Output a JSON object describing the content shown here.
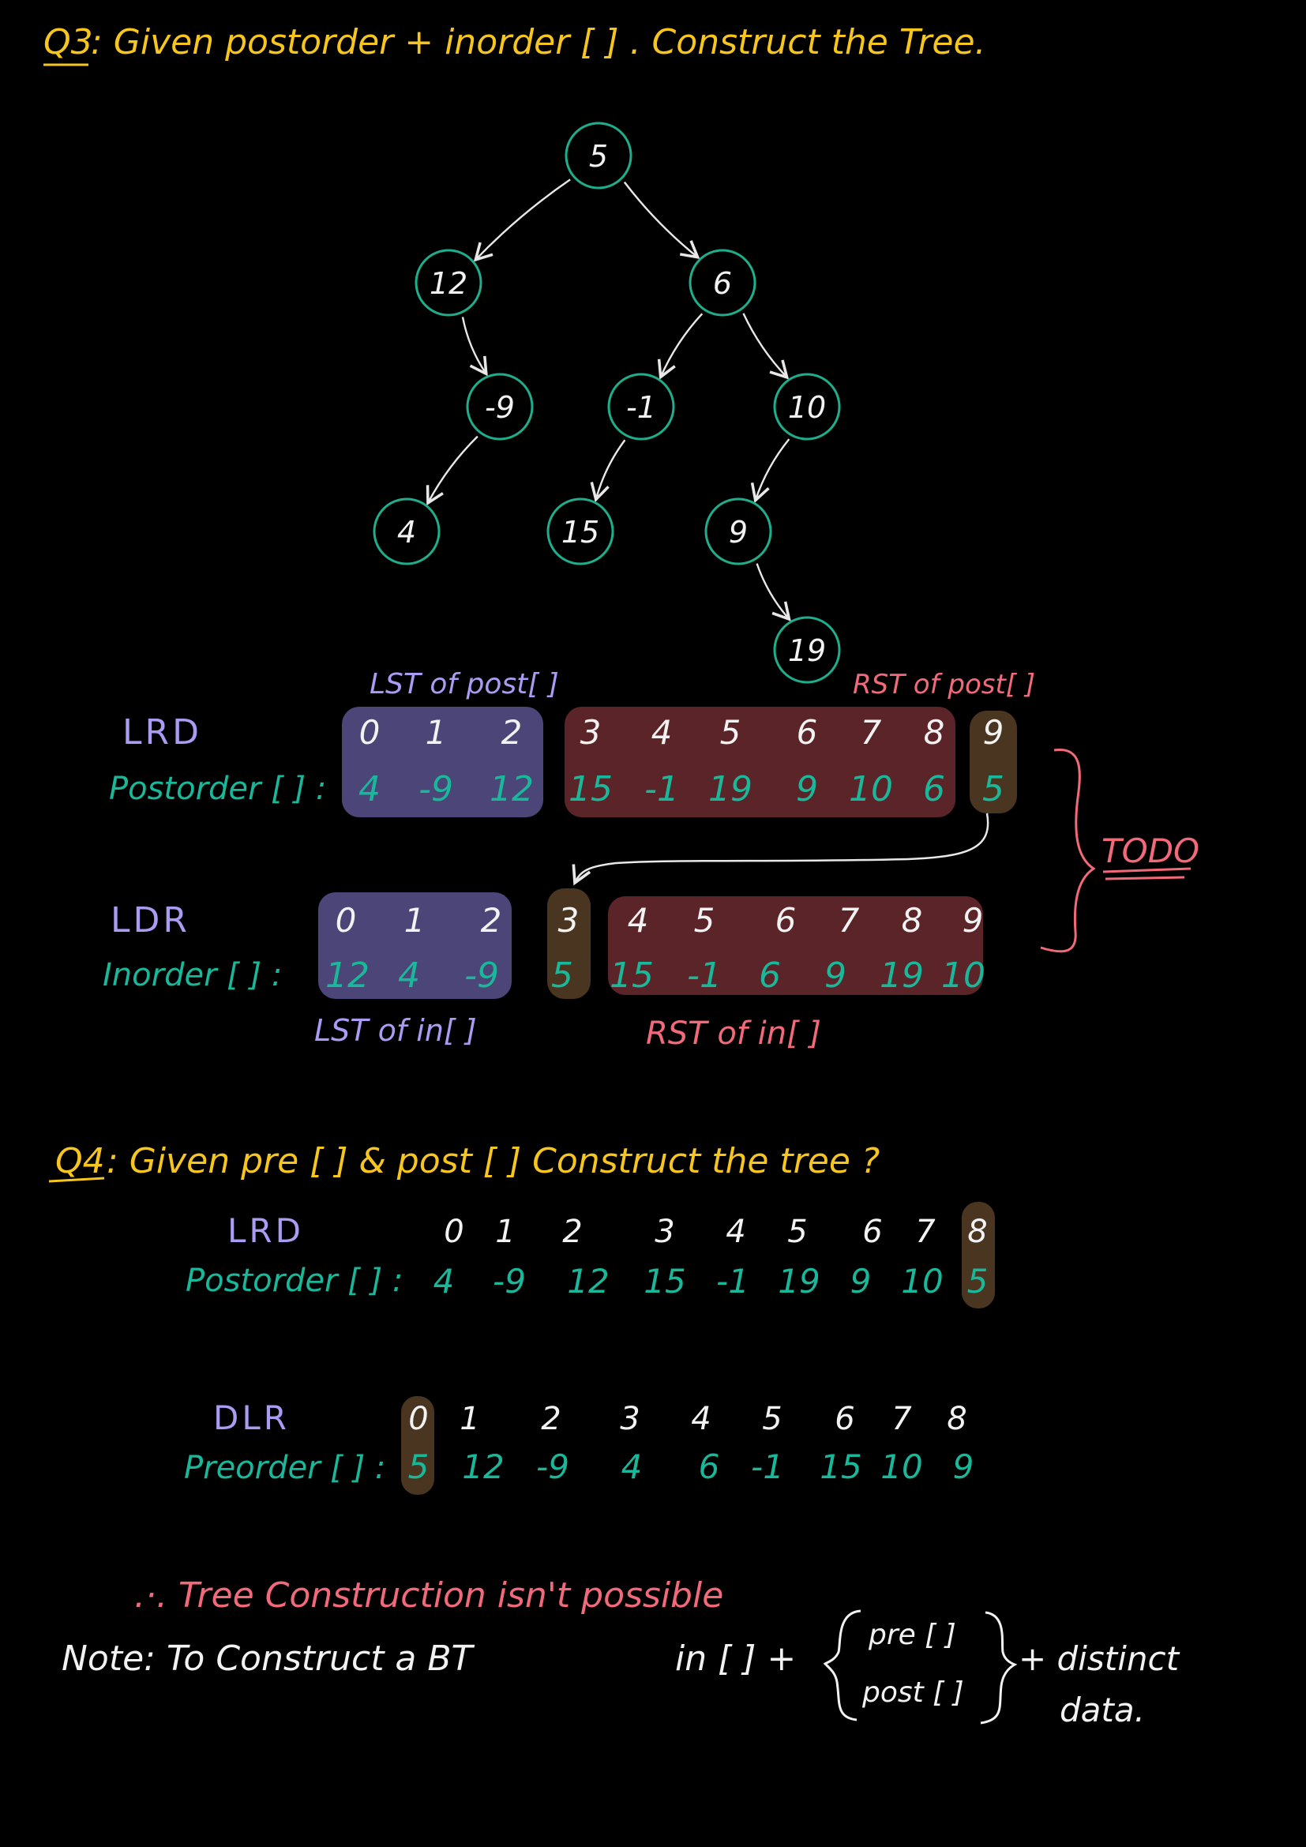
{
  "colors": {
    "background": "#000000",
    "yellow": "#f7c61e",
    "teal": "#19b89a",
    "node_border": "#1fae8c",
    "lavender": "#a99cf2",
    "pink": "#f26a7a",
    "white": "#f2f2f2",
    "purple_box": "#4c4577",
    "maroon_box": "#5b2428",
    "brown_box": "#4a3620"
  },
  "q3": {
    "label": "Q3",
    "title": ": Given postorder + inorder [ ] . Construct the Tree."
  },
  "tree": {
    "nodes": [
      {
        "id": "n5",
        "label": "5"
      },
      {
        "id": "n12",
        "label": "12"
      },
      {
        "id": "n6",
        "label": "6"
      },
      {
        "id": "nm9",
        "label": "-9"
      },
      {
        "id": "nm1",
        "label": "-1"
      },
      {
        "id": "n10",
        "label": "10"
      },
      {
        "id": "n4",
        "label": "4"
      },
      {
        "id": "n15",
        "label": "15"
      },
      {
        "id": "n9",
        "label": "9"
      },
      {
        "id": "n19",
        "label": "19"
      }
    ],
    "edges": [
      [
        "n5",
        "n12"
      ],
      [
        "n5",
        "n6"
      ],
      [
        "n12",
        "nm9"
      ],
      [
        "n6",
        "nm1"
      ],
      [
        "n6",
        "n10"
      ],
      [
        "nm9",
        "n4"
      ],
      [
        "nm1",
        "n15"
      ],
      [
        "n10",
        "n9"
      ],
      [
        "n9",
        "n19"
      ]
    ]
  },
  "q3_post": {
    "traversal": "LRD",
    "label": "Postorder [ ] :",
    "indices": [
      "0",
      "1",
      "2",
      "3",
      "4",
      "5",
      "6",
      "7",
      "8",
      "9"
    ],
    "values": [
      "4",
      "-9",
      "12",
      "15",
      "-1",
      "19",
      "9",
      "10",
      "6",
      "5"
    ],
    "lst_caption": "LST of post[ ]",
    "rst_caption": "RST of post[ ]"
  },
  "q3_in": {
    "traversal": "LDR",
    "label": "Inorder [ ] :",
    "indices": [
      "0",
      "1",
      "2",
      "3",
      "4",
      "5",
      "6",
      "7",
      "8",
      "9"
    ],
    "values": [
      "12",
      "4",
      "-9",
      "5",
      "15",
      "-1",
      "6",
      "9",
      "19",
      "10"
    ],
    "lst_caption": "LST of in[ ]",
    "rst_caption": "RST of in[ ]"
  },
  "todo": "TODO",
  "q4": {
    "label": "Q4",
    "title": ": Given pre [ ] & post [ ]  Construct the tree ?"
  },
  "q4_post": {
    "traversal": "LRD",
    "label": "Postorder [ ] :",
    "indices": [
      "0",
      "1",
      "2",
      "3",
      "4",
      "5",
      "6",
      "7",
      "8"
    ],
    "values": [
      "4",
      "-9",
      "12",
      "15",
      "-1",
      "19",
      "9",
      "10",
      "5"
    ]
  },
  "q4_pre": {
    "traversal": "DLR",
    "label": "Preorder [ ] :",
    "indices": [
      "0",
      "1",
      "2",
      "3",
      "4",
      "5",
      "6",
      "7",
      "8"
    ],
    "values": [
      "5",
      "12",
      "-9",
      "4",
      "6",
      "-1",
      "15",
      "10",
      "9"
    ]
  },
  "conclusion": ".·. Tree Construction  isn't possible",
  "note": {
    "prefix": "Note:  To Construct  a  BT",
    "in": "in [ ] +",
    "options": [
      "pre [ ]",
      "post [ ]"
    ],
    "suffix": "+ distinct",
    "suffix2": "data."
  }
}
